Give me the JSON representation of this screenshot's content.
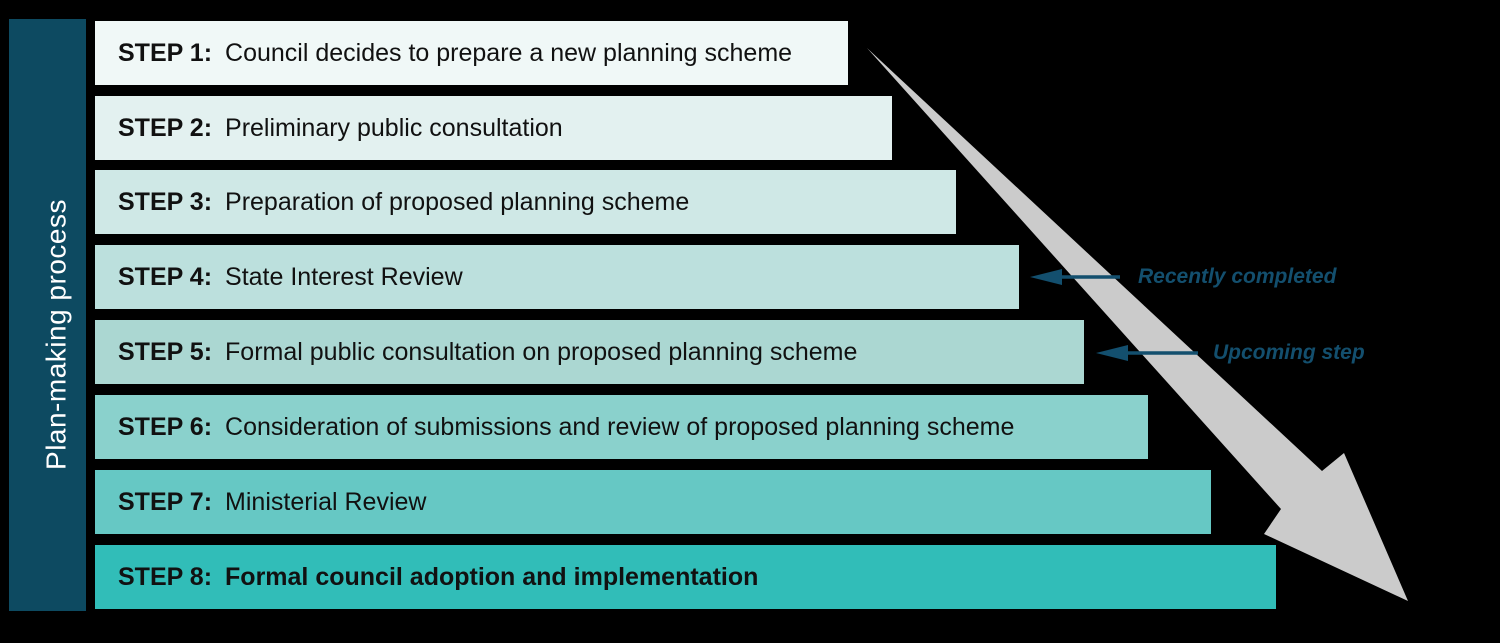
{
  "background": "#000000",
  "step_text_color": "#111111",
  "sidebar": {
    "label": "Plan-making process",
    "background": "#0d4a61",
    "text_color": "#ffffff"
  },
  "steps": [
    {
      "label": "STEP 1:",
      "description": "Council decides to prepare a new planning scheme",
      "color": "#f0f8f7"
    },
    {
      "label": "STEP 2:",
      "description": "Preliminary public consultation",
      "color": "#e3f1f0"
    },
    {
      "label": "STEP 3:",
      "description": "Preparation of proposed planning scheme",
      "color": "#cfe8e6"
    },
    {
      "label": "STEP 4:",
      "description": "State Interest Review",
      "color": "#bce0dd"
    },
    {
      "label": "STEP 5:",
      "description": "Formal public consultation on proposed planning scheme",
      "color": "#abd7d2"
    },
    {
      "label": "STEP 6:",
      "description": "Consideration of submissions and review of proposed planning scheme",
      "color": "#8ad1cc"
    },
    {
      "label": "STEP 7:",
      "description": "Ministerial Review",
      "color": "#66c8c4"
    },
    {
      "label": "STEP 8:",
      "description": "Formal council adoption and implementation",
      "color": "#31bdb8",
      "emphasis": true
    }
  ],
  "annotations": [
    {
      "text": "Recently completed",
      "points_to": "STEP 4",
      "color": "#134f6e"
    },
    {
      "text": "Upcoming step",
      "points_to": "STEP 5",
      "color": "#134f6e"
    }
  ],
  "flow_arrow": {
    "color": "#cbcbcb",
    "direction": "top-left to bottom-right"
  }
}
